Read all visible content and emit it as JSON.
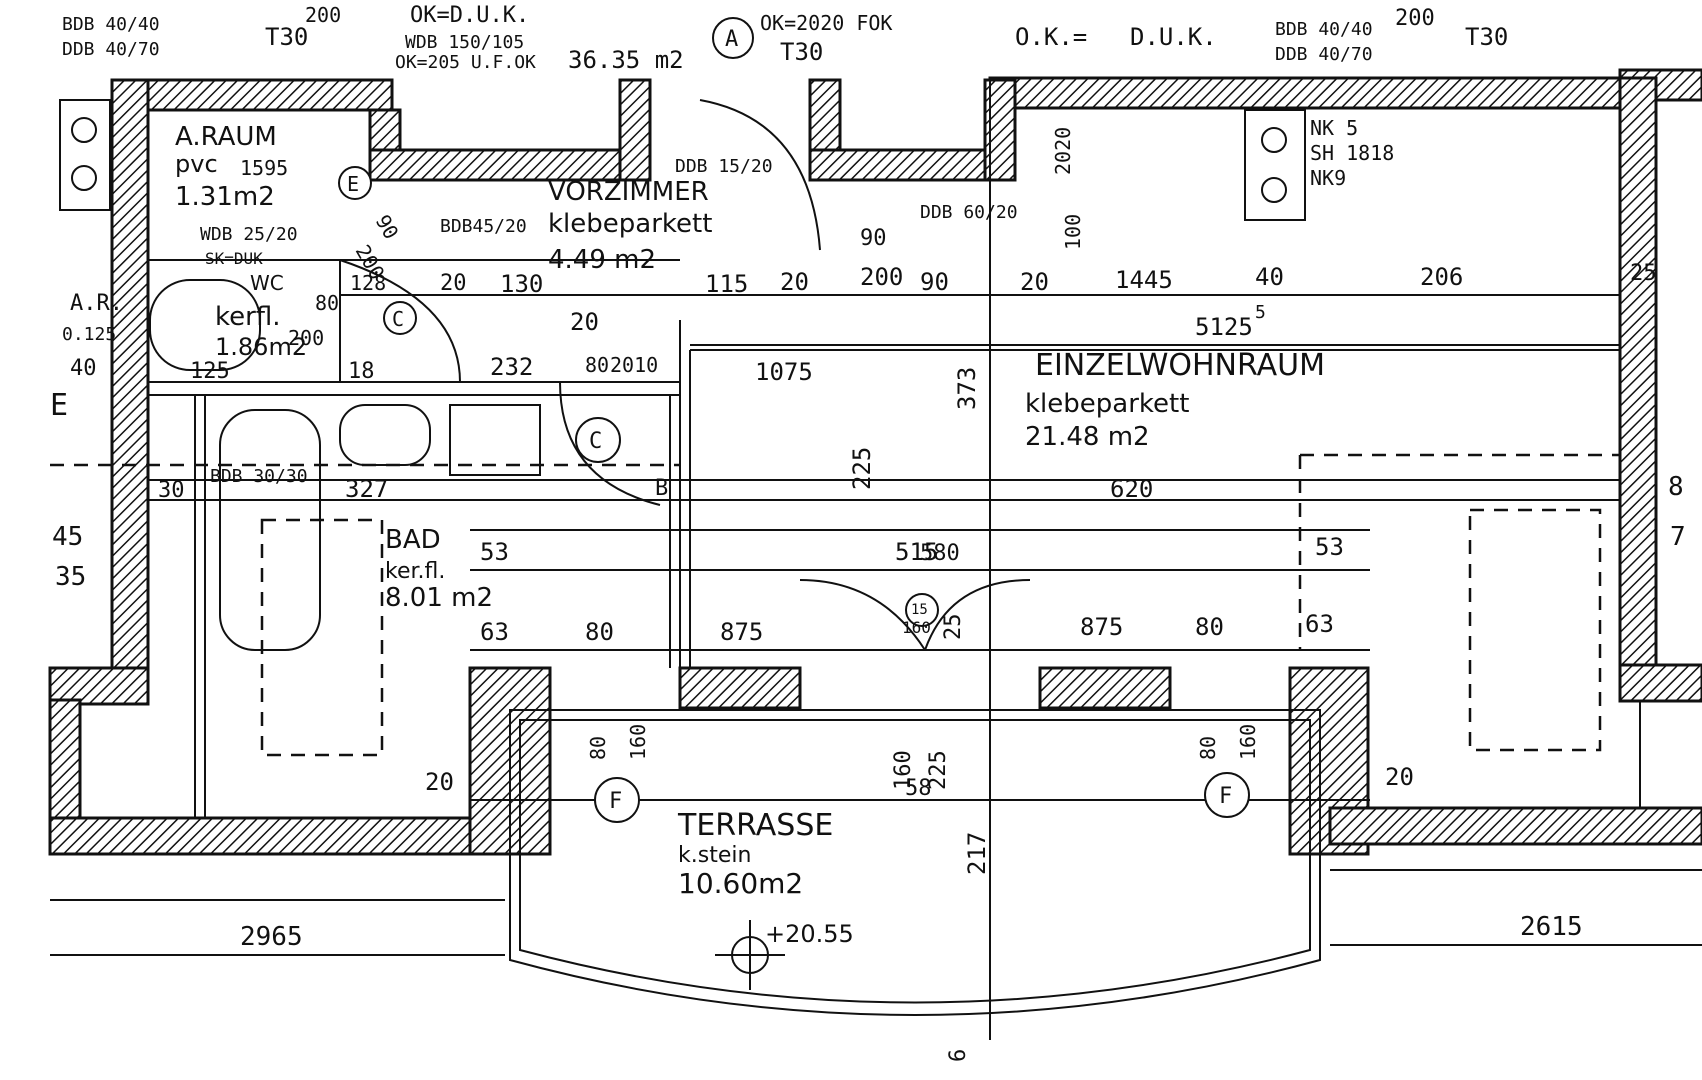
{
  "rooms": {
    "araum": {
      "name": "A.RAUM",
      "floor": "pvc",
      "area": "1.31m2"
    },
    "vorzimmer": {
      "name": "VORZIMMER",
      "floor": "klebeparkett",
      "area": "4.49 m2"
    },
    "wc": {
      "name": "WC",
      "floor": "kerfl.",
      "area": "1.86m2"
    },
    "bad": {
      "name": "BAD",
      "floor": "ker.fl.",
      "area": "8.01 m2"
    },
    "einzelwohnraum": {
      "name": "EINZELWOHNRAUM",
      "floor": "klebeparkett",
      "area": "21.48 m2"
    },
    "terrasse": {
      "name": "TERRASSE",
      "floor": "k.stein",
      "area": "10.60m2",
      "level": "+20.55"
    }
  },
  "top_labels": {
    "bdb1": "BDB 40/40",
    "ddb1": "DDB 40/70",
    "t30a": "T30",
    "ok_duk": "OK=D.U.K.",
    "wdb": "WDB 150/105",
    "ok205": "OK=205 U.F.OK",
    "area3635": "36.35 m2",
    "ok2020": "OK=2020 FOK",
    "t30b": "T30",
    "ok": "O.K.=",
    "duk": "D.U.K.",
    "bdb2": "BDB 40/40",
    "ddb2": "DDB 40/70",
    "t30c": "T30",
    "d200": "200",
    "d200b": "200"
  },
  "equipment": {
    "nk5": "NK 5",
    "sh": "SH 1818",
    "nk9": "NK9",
    "ddb1520": "DDB 15/20",
    "bdb4520": "BDB45/20",
    "wdb2520": "WDB 25/20",
    "ddb6020": "DDB 60/20",
    "sk_duk": "SK=DUK",
    "bdb3030": "BDB 30/30",
    "ar": "A.R.",
    "ar_val": "0.125"
  },
  "markers": {
    "a": "A",
    "e": "E",
    "c1": "C",
    "c2": "C",
    "d15": "15",
    "d160": "160",
    "f1": "F",
    "f2": "F",
    "b": "B",
    "e_left": "E"
  },
  "dimensions": {
    "d128": "128",
    "d20": "20",
    "d130": "130",
    "d115": "115",
    "d20b": "20",
    "d200": "200",
    "d90": "90",
    "d20c": "20",
    "d1445": "1445",
    "d40": "40",
    "d206": "206",
    "d25": "25",
    "d20d": "20",
    "d5125": "5125",
    "d5": "5",
    "d80": "80",
    "d200b": "200",
    "d125": "125",
    "d18": "18",
    "d232": "232",
    "d80b": "80",
    "d2010": "2010",
    "d1075": "1075",
    "d373": "373",
    "d225": "225",
    "d620": "620",
    "d30": "30",
    "d327": "327",
    "d53": "53",
    "d515": "515",
    "d53b": "53",
    "d63": "63",
    "d80c": "80",
    "d875": "875",
    "d25b": "25",
    "d875b": "875",
    "d80d": "80",
    "d63b": "63",
    "d45": "45",
    "d35": "35",
    "d40b": "40",
    "d20e": "20",
    "d20f": "20",
    "d80e": "80",
    "d160": "160",
    "d160b": "160",
    "d225b": "225",
    "d58": "58",
    "d80f": "80",
    "d160c": "160",
    "d217": "217",
    "d2965": "2965",
    "d2615": "2615",
    "d6": "6",
    "d2020": "2020",
    "d100": "100",
    "d1595": "1595",
    "d90b": "90",
    "d90c": "90",
    "d200c": "200",
    "d7": "7",
    "d8": "8",
    "d580": "580"
  }
}
